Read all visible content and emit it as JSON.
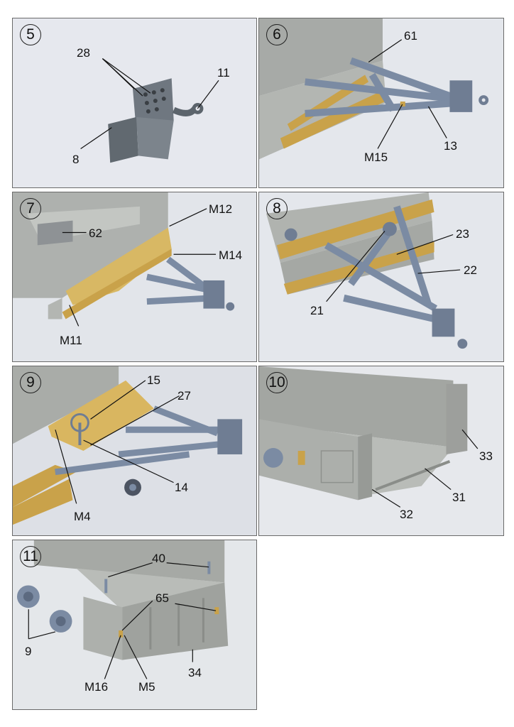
{
  "panels": [
    {
      "step": "5",
      "labels": {
        "a": "28",
        "b": "11",
        "c": "8"
      }
    },
    {
      "step": "6",
      "labels": {
        "a": "61",
        "b": "M15",
        "c": "13"
      }
    },
    {
      "step": "7",
      "labels": {
        "a": "M12",
        "b": "62",
        "c": "M14",
        "d": "M11"
      }
    },
    {
      "step": "8",
      "labels": {
        "a": "23",
        "b": "22",
        "c": "21"
      }
    },
    {
      "step": "9",
      "labels": {
        "a": "15",
        "b": "27",
        "c": "14",
        "d": "M4"
      }
    },
    {
      "step": "10",
      "labels": {
        "a": "33",
        "b": "31",
        "c": "32"
      }
    },
    {
      "step": "11",
      "labels": {
        "a": "40",
        "b": "65",
        "c": "9",
        "d": "34",
        "e": "M16",
        "f": "M5"
      }
    }
  ],
  "colors": {
    "part_grey": "#8e949b",
    "resin_blue": "#7b8ba3",
    "brass": "#c9a24a",
    "background_photo": "#dfe2e6"
  }
}
